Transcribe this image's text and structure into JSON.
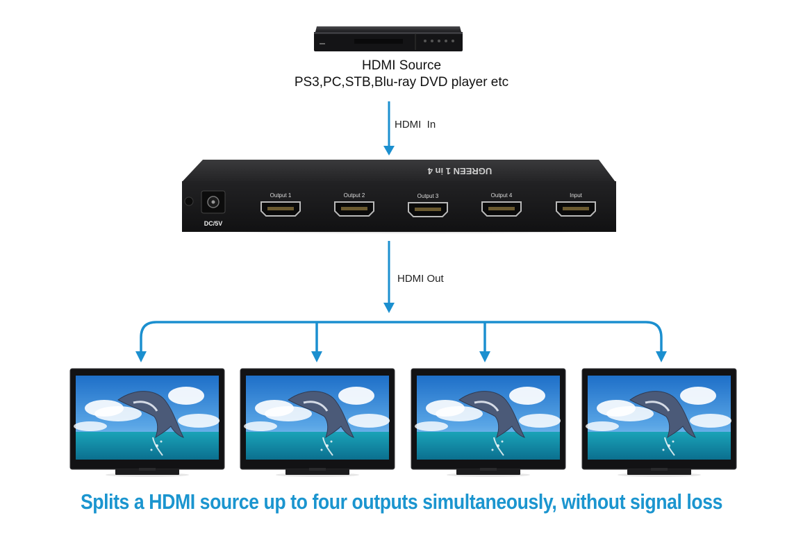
{
  "source": {
    "title": "HDMI Source",
    "subtitle": "PS3,PC,STB,Blu-ray DVD player etc"
  },
  "flow": {
    "in_label": "HDMI  In",
    "out_label": "HDMI Out"
  },
  "splitter": {
    "brand": "UGREEN 1 in 4",
    "dc_label": "DC/5V",
    "ports": [
      "Output 1",
      "Output 2",
      "Output 3",
      "Output 4",
      "Input"
    ]
  },
  "tagline": "Splits a HDMI source up to four outputs simultaneously, without signal loss",
  "colors": {
    "arrow": "#1b8fcf",
    "tagline": "#1b95cf",
    "device": "#1d1d1f"
  },
  "icons": [
    "dvd-player-icon",
    "hdmi-splitter-icon",
    "tv-icon"
  ]
}
